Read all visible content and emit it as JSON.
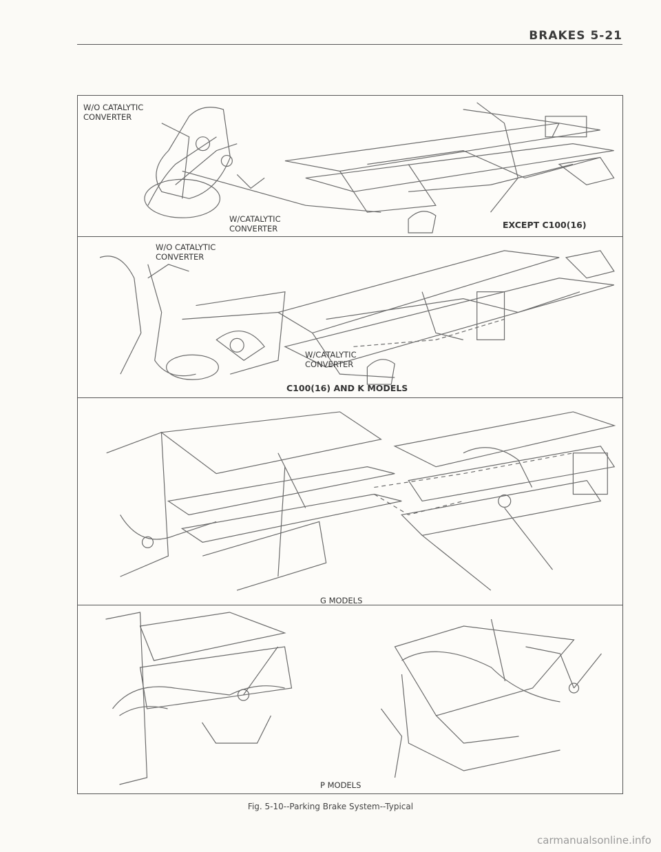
{
  "header": {
    "title": "BRAKES  5-21"
  },
  "panels": [
    {
      "labels": {
        "wo_converter": "W/O CATALYTIC\nCONVERTER",
        "w_converter": "W/CATALYTIC\nCONVERTER",
        "model": "EXCEPT C100(16)"
      }
    },
    {
      "labels": {
        "wo_converter": "W/O CATALYTIC\nCONVERTER",
        "w_converter": "W/CATALYTIC\nCONVERTER",
        "model": "C100(16) AND K MODELS"
      }
    },
    {
      "labels": {
        "model": "G MODELS"
      }
    },
    {
      "labels": {
        "model": "P MODELS"
      }
    }
  ],
  "caption": "Fig. 5-10--Parking Brake System--Typical",
  "footer": "carmanualsonline.info"
}
